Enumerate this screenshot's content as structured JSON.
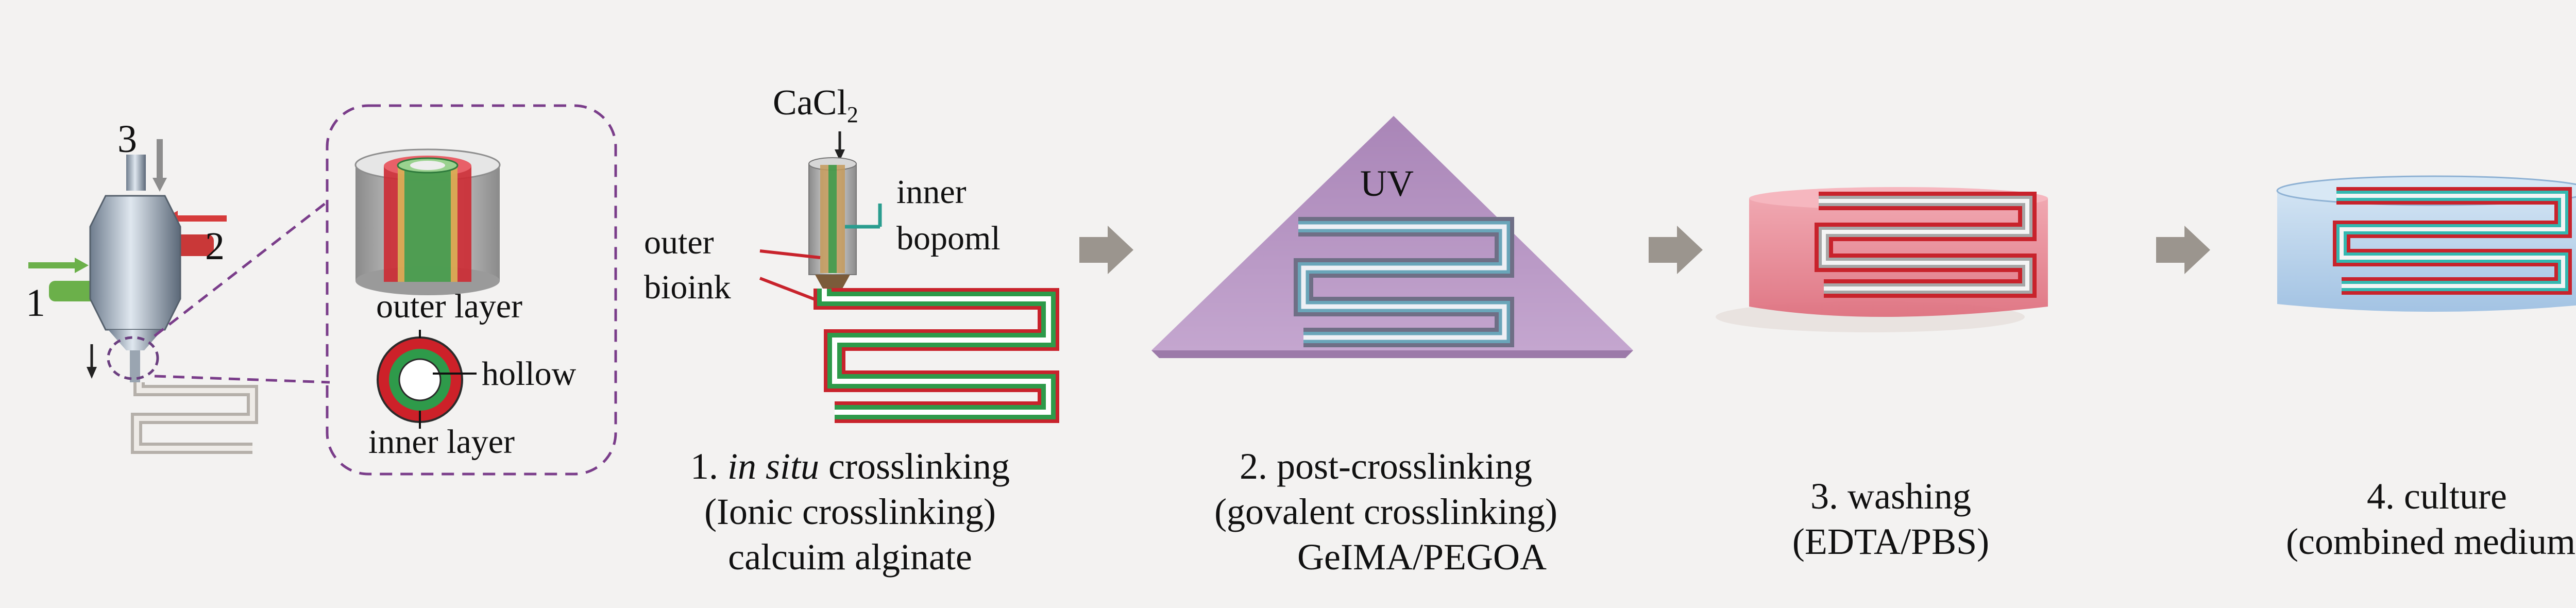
{
  "device": {
    "port1": "1",
    "port2": "2",
    "port3": "3"
  },
  "cross_section": {
    "outer_layer": "outer layer",
    "hollow": "hollow",
    "inner_layer": "inner layer"
  },
  "step1": {
    "cacl_main": "CaCl",
    "cacl_sub": "2",
    "inner_label": "inner",
    "inner_bioink_label": "bopoml",
    "outer_label": "outer",
    "outer_bioink_label": "bioink",
    "caption_number": "1.",
    "caption_italic": "in situ",
    "caption_rest": "crosslinking",
    "caption_line2": "(Ionic crosslinking)",
    "caption_line3": "calcuim alginate"
  },
  "step2": {
    "uv_label": "UV",
    "caption_line1": "2. post-crosslinking",
    "caption_line2": "(govalent crosslinking)",
    "caption_line3": "GeIMA/PEGOA"
  },
  "step3": {
    "caption_line1": "3. washing",
    "caption_line2": "(EDTA/PBS)"
  },
  "step4": {
    "caption_line1": "4. culture",
    "caption_line2": "(combined medium)"
  },
  "colors": {
    "background": "#f3f2f1",
    "outer_red": "#c8232c",
    "inner_green": "#2e9a4a",
    "cyan": "#34b8b0",
    "dashed_purple": "#7a3d8a",
    "uv_purple": "#b996c4",
    "wash_pink": "#e47e8c",
    "culture_blue": "#a9c9e6",
    "arrow_gray": "#9b958e"
  }
}
